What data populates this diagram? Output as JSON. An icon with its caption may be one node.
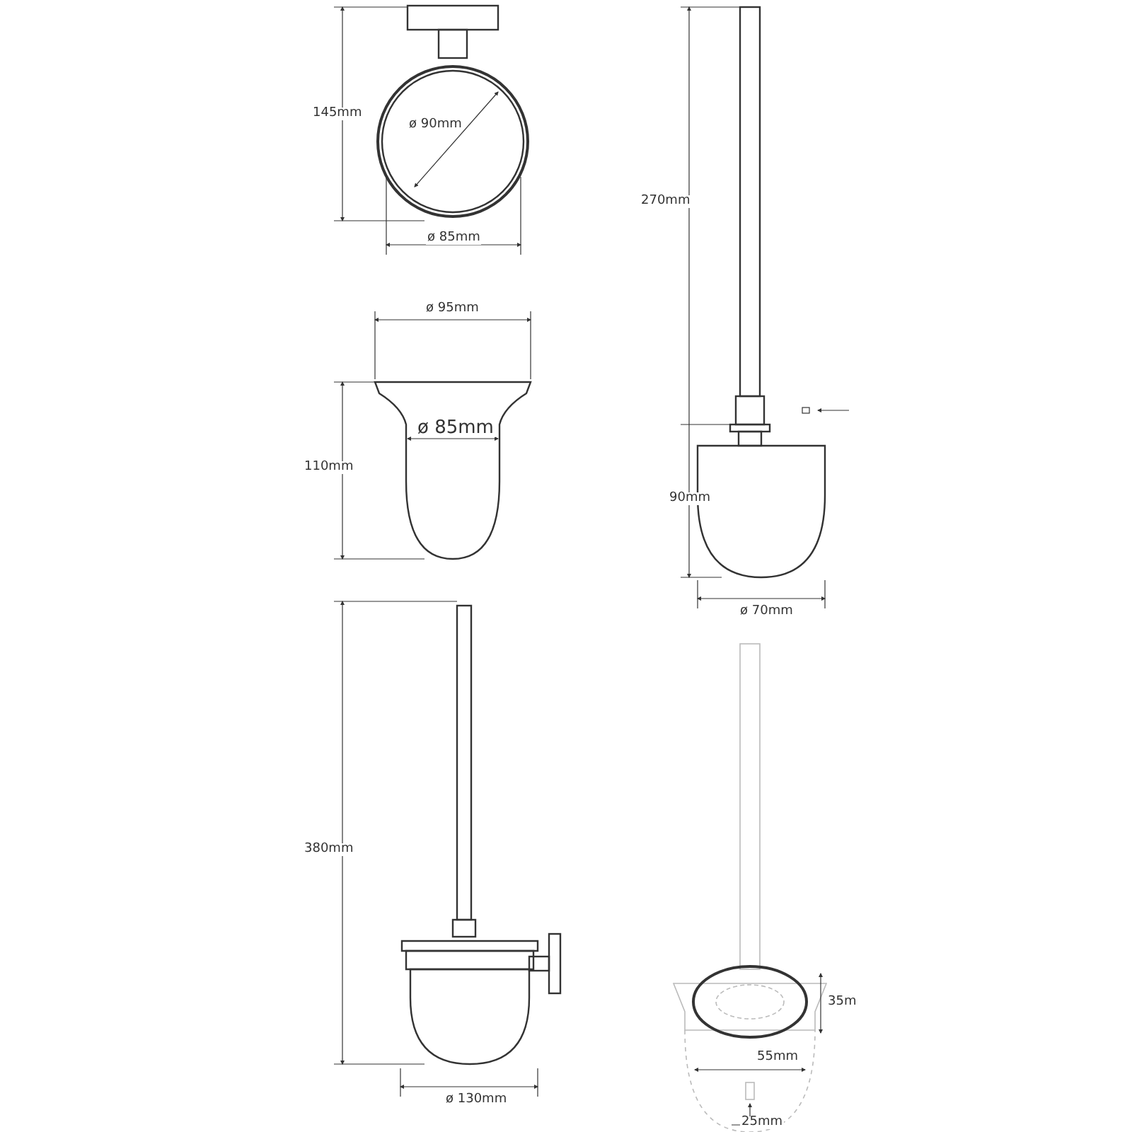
{
  "diagram": {
    "labels": [
      "145mm",
      "ø 90mm",
      "270mm",
      "ø 85mm",
      "ø 95mm",
      "ø 85mm",
      "110mm",
      "90mm",
      "ø 70mm",
      "380mm",
      "35m",
      "55mm",
      "ø 130mm",
      "25mm"
    ]
  }
}
